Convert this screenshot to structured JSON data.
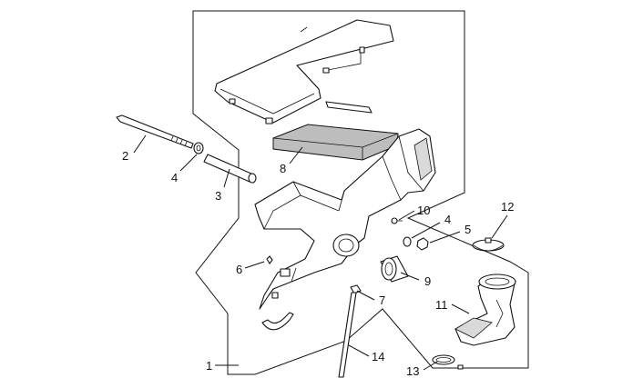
{
  "diagram": {
    "callouts": [
      {
        "id": "c1",
        "label": "1"
      },
      {
        "id": "c2",
        "label": "2"
      },
      {
        "id": "c3",
        "label": "3"
      },
      {
        "id": "c4a",
        "label": "4"
      },
      {
        "id": "c4b",
        "label": "4"
      },
      {
        "id": "c5",
        "label": "5"
      },
      {
        "id": "c6",
        "label": "6"
      },
      {
        "id": "c7",
        "label": "7"
      },
      {
        "id": "c8",
        "label": "8"
      },
      {
        "id": "c9",
        "label": "9"
      },
      {
        "id": "c10",
        "label": "10"
      },
      {
        "id": "c11",
        "label": "11"
      },
      {
        "id": "c12",
        "label": "12"
      },
      {
        "id": "c13",
        "label": "13"
      },
      {
        "id": "c14",
        "label": "14"
      }
    ]
  }
}
